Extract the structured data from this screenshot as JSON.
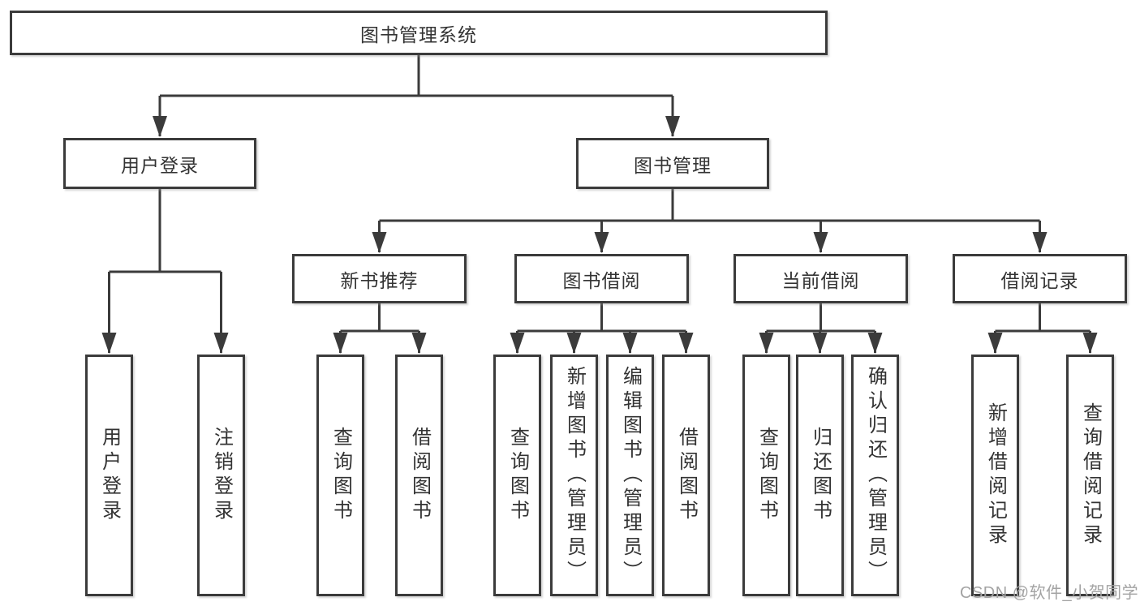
{
  "tree": {
    "label": "图书管理系统",
    "children": [
      {
        "label": "用户登录",
        "children": [
          {
            "label": "用户登录"
          },
          {
            "label": "注销登录"
          }
        ]
      },
      {
        "label": "图书管理",
        "children": [
          {
            "label": "新书推荐",
            "children": [
              {
                "label": "查询图书"
              },
              {
                "label": "借阅图书"
              }
            ]
          },
          {
            "label": "图书借阅",
            "children": [
              {
                "label": "查询图书"
              },
              {
                "label": "新增图书（管理员）"
              },
              {
                "label": "编辑图书（管理员）"
              },
              {
                "label": "借阅图书"
              }
            ]
          },
          {
            "label": "当前借阅",
            "children": [
              {
                "label": "查询图书"
              },
              {
                "label": "归还图书"
              },
              {
                "label": "确认归还（管理员）"
              }
            ]
          },
          {
            "label": "借阅记录",
            "children": [
              {
                "label": "新增借阅记录"
              },
              {
                "label": "查询借阅记录"
              }
            ]
          }
        ]
      }
    ]
  },
  "watermark": "CSDN @软件_小贺同学",
  "colors": {
    "line": "#3b3b3b",
    "box_border": "#3b3b3b",
    "text": "#333333",
    "watermark": "#a3a3a3",
    "background": "#ffffff"
  }
}
